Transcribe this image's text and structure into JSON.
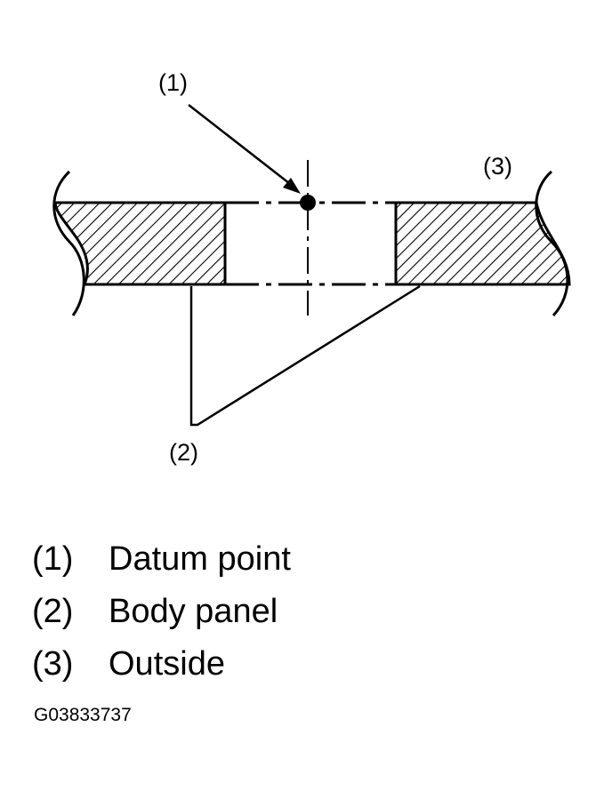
{
  "diagram": {
    "callouts": {
      "c1": "(1)",
      "c2": "(2)",
      "c3": "(3)"
    }
  },
  "legend": [
    {
      "num": "(1)",
      "text": "Datum point"
    },
    {
      "num": "(2)",
      "text": "Body panel"
    },
    {
      "num": "(3)",
      "text": "Outside"
    }
  ],
  "figure_code": "G03833737",
  "colors": {
    "ink": "#000000",
    "background": "#ffffff"
  }
}
